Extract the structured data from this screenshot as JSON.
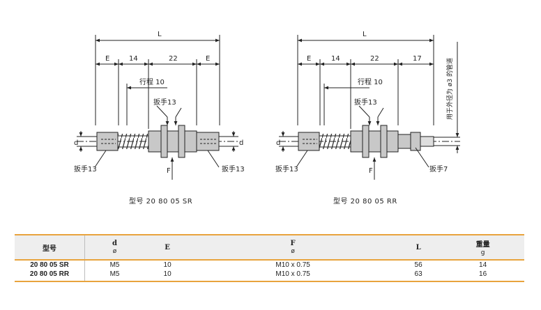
{
  "drawing_left": {
    "dim_L": "L",
    "dim_E1": "E",
    "dim_14": "14",
    "dim_22": "22",
    "dim_E2": "E",
    "stroke_label": "行程 10",
    "wrench_top": "扳手13",
    "wrench_left": "扳手13",
    "wrench_right": "扳手13",
    "label_d_left": "d",
    "label_d_right": "d",
    "label_F": "F",
    "caption": "型号 20 80 05 SR"
  },
  "drawing_right": {
    "dim_L": "L",
    "dim_E": "E",
    "dim_14": "14",
    "dim_22": "22",
    "dim_17": "17",
    "stroke_label": "行程 10",
    "wrench_top": "扳手13",
    "wrench_left": "扳手13",
    "wrench_right": "扳手7",
    "label_d": "d",
    "label_F": "F",
    "tube_note": "用于外径为 ø3 的管道",
    "caption": "型号 20 80 05 RR"
  },
  "table": {
    "headers": [
      {
        "label": "型号",
        "unit": ""
      },
      {
        "label": "d",
        "unit": "ø"
      },
      {
        "label": "E",
        "unit": ""
      },
      {
        "label": "F",
        "unit": "ø"
      },
      {
        "label": "L",
        "unit": ""
      },
      {
        "label": "重量",
        "unit": "g"
      }
    ],
    "rows": [
      [
        "20 80 05 SR",
        "M5",
        "10",
        "M10 x 0.75",
        "56",
        "14"
      ],
      [
        "20 80 05 RR",
        "M5",
        "10",
        "M10 x 0.75",
        "63",
        "16"
      ]
    ]
  },
  "colors": {
    "accent": "#e8a33c",
    "header_bg": "#eeeeee",
    "part_fill": "#bfbfbf"
  }
}
